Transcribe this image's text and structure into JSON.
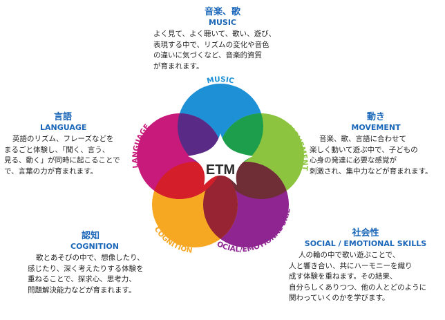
{
  "center": {
    "label": "ETM"
  },
  "colors": {
    "music": "#1e91d6",
    "movement": "#8cc43f",
    "social": "#8e2591",
    "cognition": "#f6a823",
    "language": "#c81a7a",
    "music_movement": "#1d9e4c",
    "movement_social": "#6f2d36",
    "social_cognition": "#962432",
    "cognition_language": "#d41e2a",
    "language_music": "#5a2b86",
    "center_star": "#ffffff",
    "title_blue": "#1a66b8"
  },
  "petals": {
    "music": {
      "ring_label": "MUSIC",
      "title": "音楽、歌",
      "subtitle": "MUSIC",
      "lines": [
        "よく見て、よく聴いて、歌い、遊び、",
        "表現する中で、リズムの変化や音色",
        "の違いに気づくなど、音楽的資質",
        "が育まれます。"
      ]
    },
    "movement": {
      "ring_label": "MOVEMENT",
      "title": "動き",
      "subtitle": "MOVEMENT",
      "lines": [
        "音楽、歌、言語に合わせて",
        "楽しく動いて遊ぶ中で、子どもの",
        "心身の発達に必要な感覚が",
        "刺激され、集中力などが育まれます。"
      ]
    },
    "social": {
      "ring_label": "SOCIAL/EMOTIONAL SKILLS",
      "title": "社会性",
      "subtitle": "SOCIAL / EMOTIONAL SKILLS",
      "lines": [
        "人の輪の中で歌い遊ぶことで、",
        "人と響き合い、共にハーモニーを織り",
        "成す体験を重ねます。その結果、",
        "自分らしくありつつ、他の人とどのように",
        "関わっていくのかを学びます。"
      ]
    },
    "cognition": {
      "ring_label": "COGNITION",
      "title": "認知",
      "subtitle": "COGNITION",
      "lines": [
        "歌とあそびの中で、想像したり、",
        "感じたり、深く考えたりする体験を",
        "重ねることで、探求心、思考力、",
        "問題解決能力などが育まれます。"
      ]
    },
    "language": {
      "ring_label": "LANGUAGE",
      "title": "言語",
      "subtitle": "LANGUAGE",
      "lines": [
        "英語のリズム、フレーズなどを",
        "まるごと体験し、「聞く、言う、",
        "見る、動く」が同時に起こることで",
        "で、言葉の力が育まれます。"
      ]
    }
  }
}
